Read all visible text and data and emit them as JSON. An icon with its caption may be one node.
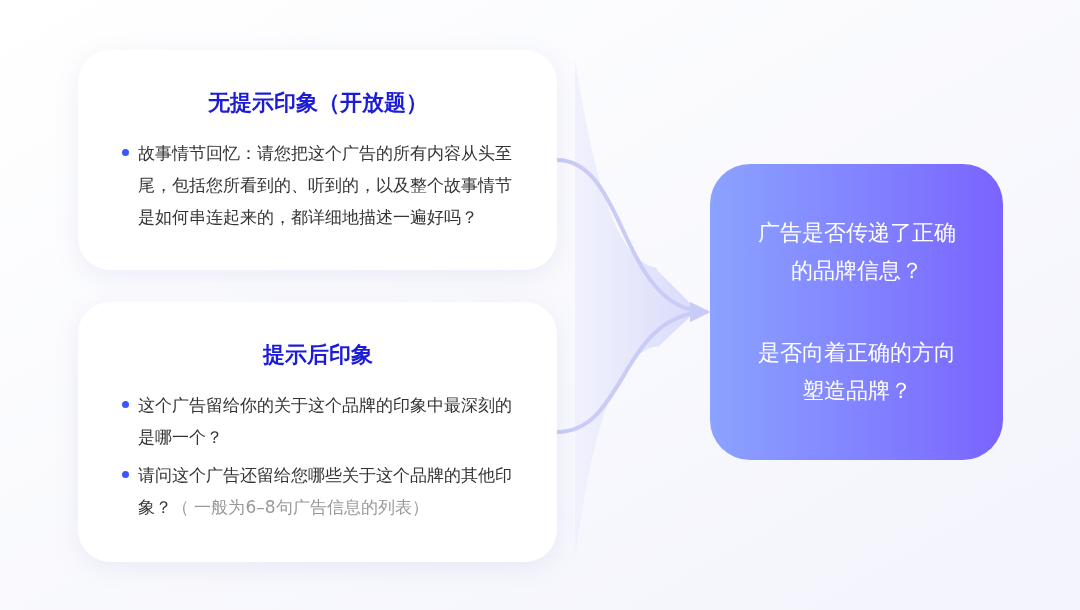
{
  "diagram": {
    "nodes": [
      {
        "text": [
          "无提示印象（开放题）",
          "故事情节回忆：请您把这个广告的所有内容从头至尾，包括您所看到的、听到的，以及整个故事情节是如何串连起来的，都详细地描述一遍好吗？"
        ]
      },
      {
        "text": [
          "提示后印象",
          "这个广告留给你的关于这个品牌的印象中最深刻的是哪一个？",
          "请问这个广告还留给您哪些关于这个品牌的其他印象？",
          "（ 一般为6–8句广告信息的列表）"
        ]
      },
      {
        "text": [
          "广告是否传递了正确的品牌信息？",
          "是否向着正确的方向塑造品牌？"
        ]
      }
    ],
    "edges": [
      {
        "from": 0,
        "to": 2,
        "arrow": "to"
      },
      {
        "from": 1,
        "to": 2,
        "arrow": "to"
      }
    ]
  }
}
